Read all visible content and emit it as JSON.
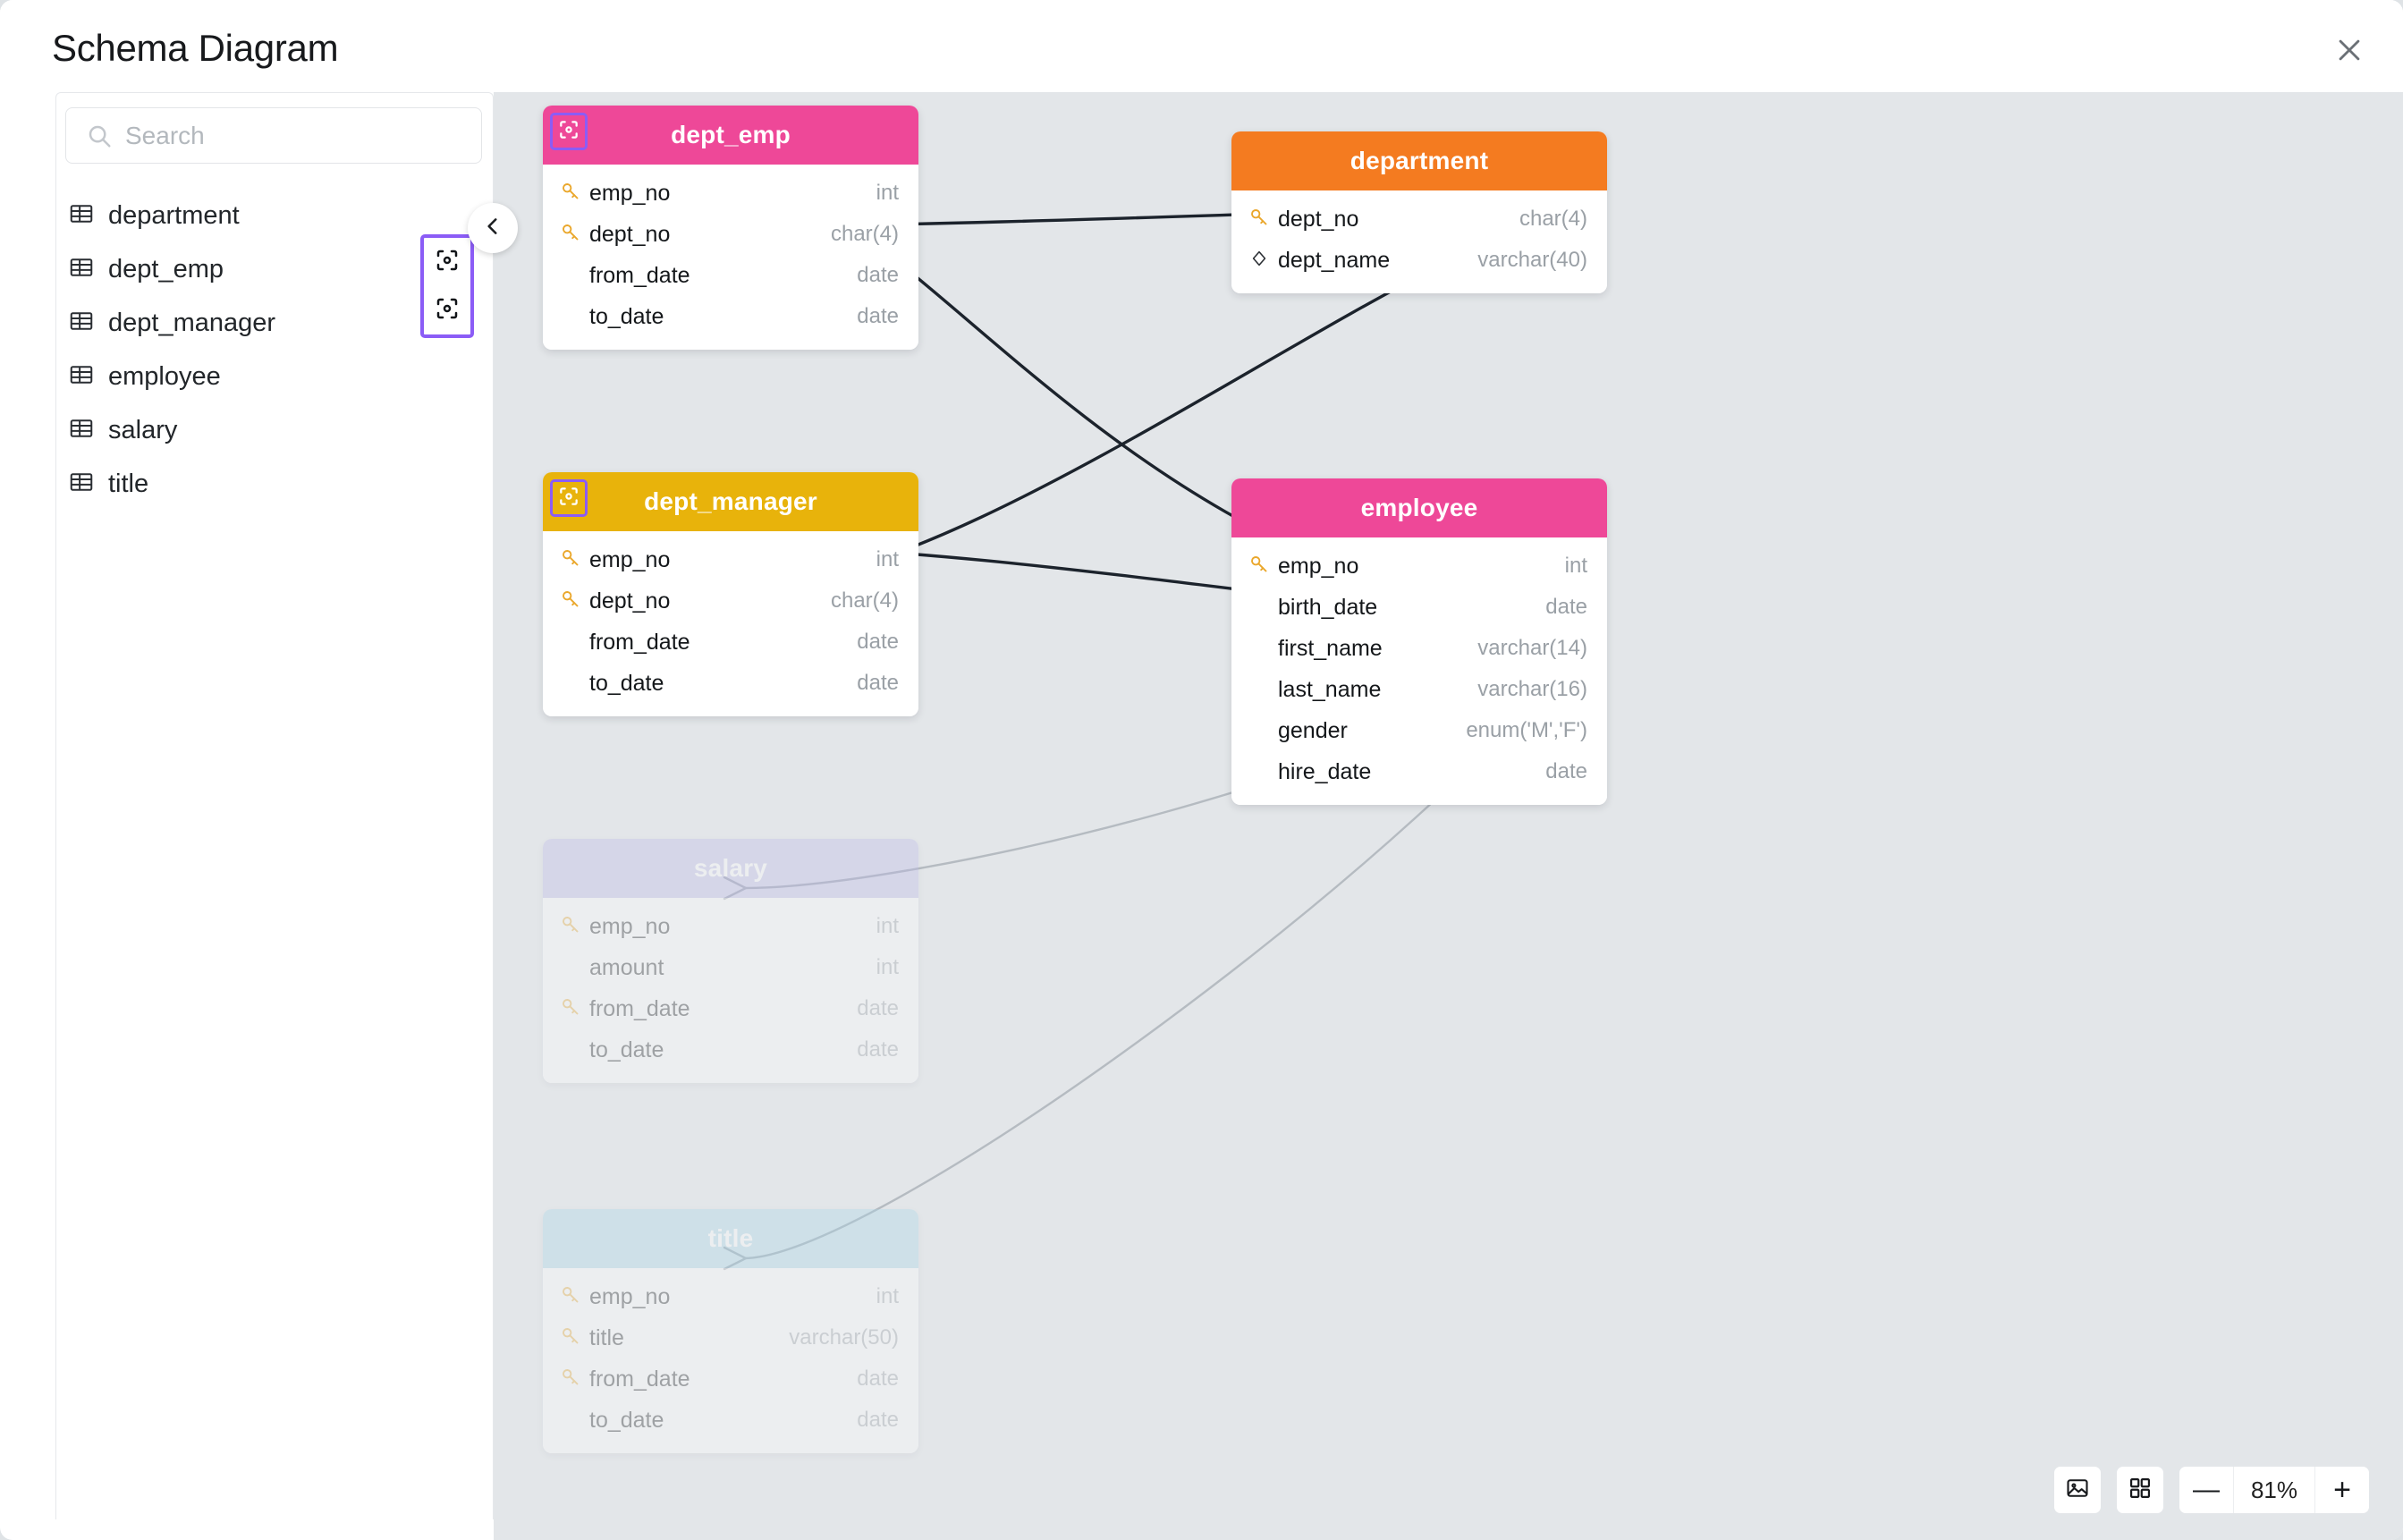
{
  "header": {
    "title": "Schema Diagram",
    "close_icon": "close-icon"
  },
  "sidebar": {
    "search": {
      "placeholder": "Search",
      "value": "",
      "icon": "search-icon"
    },
    "collapse_icon": "chevron-left-icon",
    "focus_tools": [
      {
        "icon": "focus-target-icon"
      },
      {
        "icon": "focus-target-icon"
      }
    ],
    "tables": [
      {
        "label": "department",
        "icon": "table-icon"
      },
      {
        "label": "dept_emp",
        "icon": "table-icon"
      },
      {
        "label": "dept_manager",
        "icon": "table-icon"
      },
      {
        "label": "employee",
        "icon": "table-icon"
      },
      {
        "label": "salary",
        "icon": "table-icon"
      },
      {
        "label": "title",
        "icon": "table-icon"
      }
    ]
  },
  "canvas": {
    "background": "#e3e6e9",
    "nodes": [
      {
        "id": "dept_emp",
        "title": "dept_emp",
        "header_color": "#ee4898",
        "faded": false,
        "has_focus_badge": true,
        "fields": [
          {
            "name": "emp_no",
            "type": "int",
            "key": "primary"
          },
          {
            "name": "dept_no",
            "type": "char(4)",
            "key": "primary"
          },
          {
            "name": "from_date",
            "type": "date",
            "key": "none"
          },
          {
            "name": "to_date",
            "type": "date",
            "key": "none"
          }
        ]
      },
      {
        "id": "department",
        "title": "department",
        "header_color": "#f47b20",
        "faded": false,
        "has_focus_badge": false,
        "fields": [
          {
            "name": "dept_no",
            "type": "char(4)",
            "key": "primary"
          },
          {
            "name": "dept_name",
            "type": "varchar(40)",
            "key": "unique"
          }
        ]
      },
      {
        "id": "dept_manager",
        "title": "dept_manager",
        "header_color": "#e8b30b",
        "faded": false,
        "has_focus_badge": true,
        "fields": [
          {
            "name": "emp_no",
            "type": "int",
            "key": "primary"
          },
          {
            "name": "dept_no",
            "type": "char(4)",
            "key": "primary"
          },
          {
            "name": "from_date",
            "type": "date",
            "key": "none"
          },
          {
            "name": "to_date",
            "type": "date",
            "key": "none"
          }
        ]
      },
      {
        "id": "employee",
        "title": "employee",
        "header_color": "#ee4898",
        "faded": false,
        "has_focus_badge": false,
        "fields": [
          {
            "name": "emp_no",
            "type": "int",
            "key": "primary"
          },
          {
            "name": "birth_date",
            "type": "date",
            "key": "none"
          },
          {
            "name": "first_name",
            "type": "varchar(14)",
            "key": "none"
          },
          {
            "name": "last_name",
            "type": "varchar(16)",
            "key": "none"
          },
          {
            "name": "gender",
            "type": "enum('M','F')",
            "key": "none"
          },
          {
            "name": "hire_date",
            "type": "date",
            "key": "none"
          }
        ]
      },
      {
        "id": "salary",
        "title": "salary",
        "header_color": "#b9b7e8",
        "faded": true,
        "has_focus_badge": false,
        "fields": [
          {
            "name": "emp_no",
            "type": "int",
            "key": "primary"
          },
          {
            "name": "amount",
            "type": "int",
            "key": "none"
          },
          {
            "name": "from_date",
            "type": "date",
            "key": "primary"
          },
          {
            "name": "to_date",
            "type": "date",
            "key": "none"
          }
        ]
      },
      {
        "id": "title",
        "title": "title",
        "header_color": "#a6d4e8",
        "faded": true,
        "has_focus_badge": false,
        "fields": [
          {
            "name": "emp_no",
            "type": "int",
            "key": "primary"
          },
          {
            "name": "title",
            "type": "varchar(50)",
            "key": "primary"
          },
          {
            "name": "from_date",
            "type": "date",
            "key": "primary"
          },
          {
            "name": "to_date",
            "type": "date",
            "key": "none"
          }
        ]
      }
    ],
    "relationships": [
      {
        "from": "dept_emp.emp_no",
        "to": "employee.emp_no",
        "style": "solid"
      },
      {
        "from": "dept_emp.dept_no",
        "to": "department.dept_no",
        "style": "solid"
      },
      {
        "from": "dept_manager.emp_no",
        "to": "employee.emp_no",
        "style": "solid"
      },
      {
        "from": "dept_manager.dept_no",
        "to": "department.dept_no",
        "style": "solid"
      },
      {
        "from": "salary.emp_no",
        "to": "employee.emp_no",
        "style": "faded"
      },
      {
        "from": "title.emp_no",
        "to": "employee.emp_no",
        "style": "faded"
      }
    ]
  },
  "toolbar": {
    "export_image_icon": "image-icon",
    "layout_icon": "grid-icon",
    "zoom_out_label": "—",
    "zoom_level": "81%",
    "zoom_in_label": "+"
  }
}
